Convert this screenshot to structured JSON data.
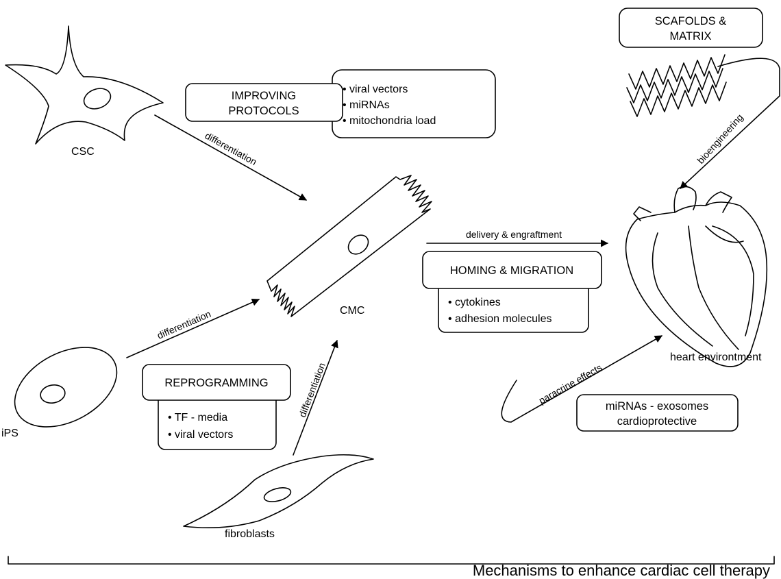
{
  "cells": {
    "csc": "CSC",
    "ips": "iPS",
    "fibroblasts": "fibroblasts",
    "cmc": "CMC",
    "heart": "heart environtment"
  },
  "arrows": {
    "csc_to_cmc": "differentiation",
    "ips_to_cmc": "differentiation",
    "fibro_to_cmc": "differentiation",
    "delivery": "delivery & engraftment",
    "bioengineering": "bioengineering",
    "paracrine": "paracrine effects"
  },
  "boxes": {
    "improving": {
      "title_lines": [
        "IMPROVING",
        "PROTOCOLS"
      ],
      "bullets": [
        "• viral vectors",
        "• miRNAs",
        "• mitochondria load"
      ]
    },
    "scaffolds": {
      "title_lines": [
        "SCAFOLDS &",
        "MATRIX"
      ]
    },
    "homing": {
      "title": "HOMING & MIGRATION",
      "bullets": [
        "• cytokines",
        "• adhesion molecules"
      ]
    },
    "reprogramming": {
      "title": "REPROGRAMMING",
      "bullets": [
        "• TF - media",
        "• viral vectors"
      ]
    },
    "mirnas": {
      "lines": [
        "miRNAs - exosomes",
        "cardioprotective"
      ]
    }
  },
  "caption": "Mechanisms to enhance cardiac cell therapy"
}
